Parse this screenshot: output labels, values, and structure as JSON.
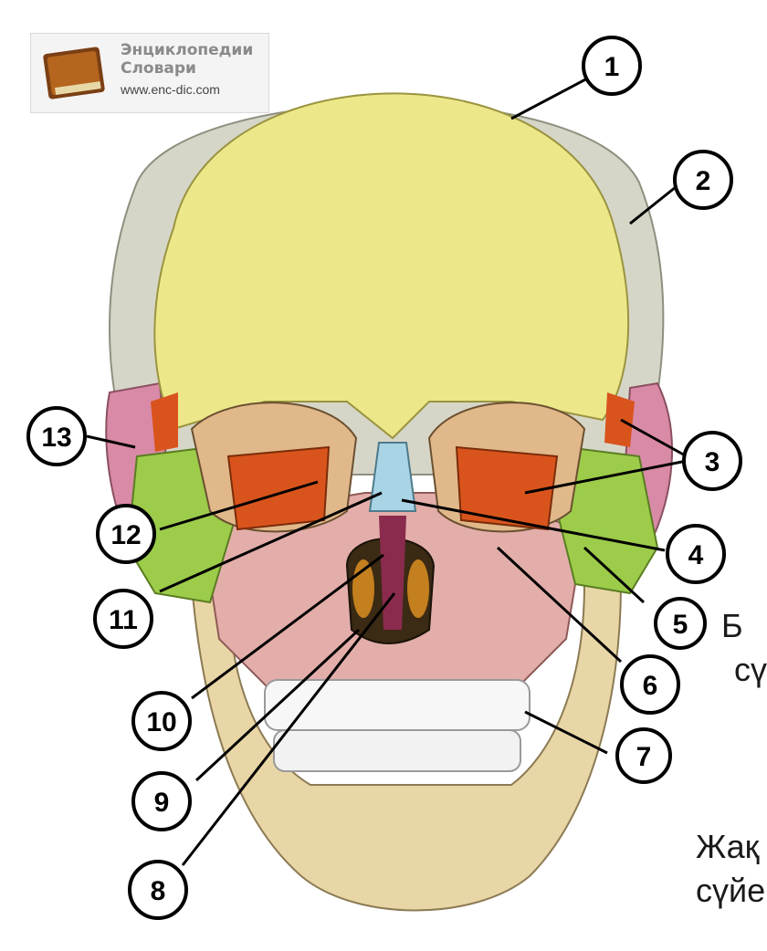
{
  "logo": {
    "line1": "Энциклопедии",
    "line2": "Словари",
    "url": "www.enc-dic.com"
  },
  "callouts": [
    "1",
    "2",
    "3",
    "4",
    "5",
    "6",
    "7",
    "8",
    "9",
    "10",
    "11",
    "12",
    "13"
  ],
  "side_text": {
    "label_5_line1": "Б",
    "label_5_line2": "сү",
    "label_7_line1": "Жақ",
    "label_7_line2": "сүйе"
  },
  "colors": {
    "frontal": "#ece88a",
    "parietal": "#d6d6c8",
    "temporal": "#d98aa6",
    "sphenoid": "#d9541c",
    "zygomatic": "#9ccc4a",
    "maxilla": "#e3aeaa",
    "mandible": "#e8d6a6",
    "nasal": "#a9d4e6",
    "vomer": "#8a2b4d",
    "teeth": "#f7f7f7"
  }
}
